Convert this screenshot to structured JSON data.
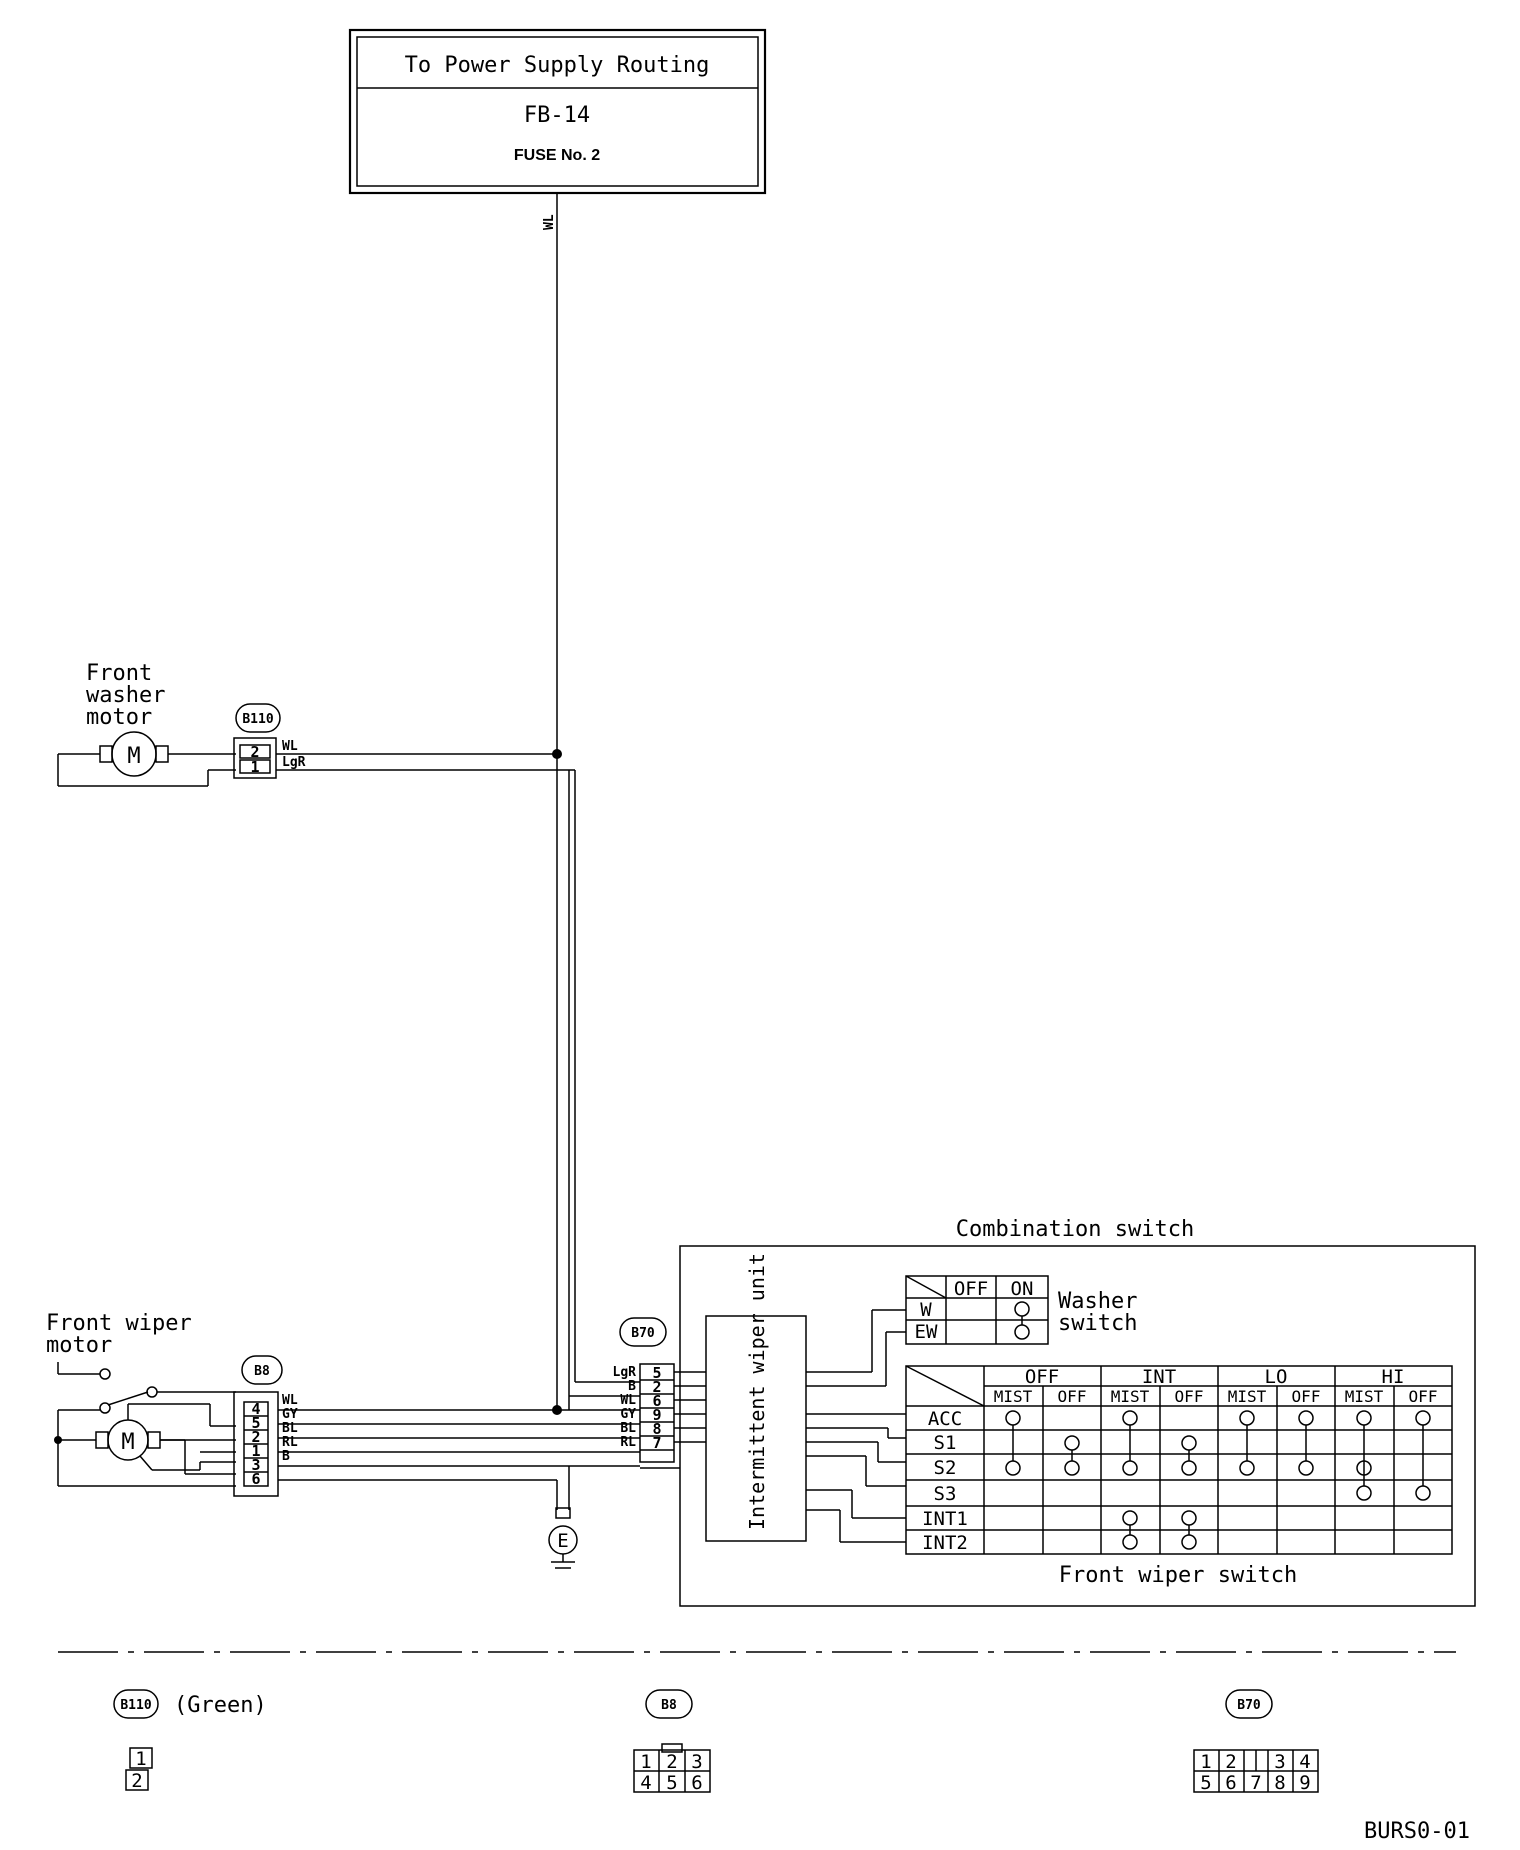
{
  "power_box": {
    "title": "To Power Supply Routing",
    "ref": "FB-14",
    "fuse": "FUSE No. 2",
    "wire": "WL"
  },
  "washer_motor": {
    "label_lines": [
      "Front",
      "washer",
      "motor"
    ],
    "connector": "B110",
    "pins": [
      "2",
      "1"
    ],
    "wires": [
      "WL",
      "LgR"
    ]
  },
  "wiper_motor": {
    "label_lines": [
      "Front wiper",
      "motor"
    ],
    "connector": "B8",
    "pins": [
      "4",
      "5",
      "2",
      "1",
      "3",
      "6"
    ],
    "wires": [
      "WL",
      "GY",
      "BL",
      "RL",
      "B"
    ]
  },
  "ground": {
    "label": "E"
  },
  "combination_switch": {
    "title": "Combination switch",
    "connector": "B70",
    "pins": [
      "5",
      "2",
      "6",
      "9",
      "8",
      "7"
    ],
    "wires": [
      "LgR",
      "B",
      "WL",
      "GY",
      "BL",
      "RL"
    ],
    "intermittent_unit": "Intermittent wiper unit",
    "washer_switch": {
      "label_lines": [
        "Washer",
        "switch"
      ],
      "columns": [
        "OFF",
        "ON"
      ],
      "rows": [
        "W",
        "EW"
      ]
    },
    "wiper_switch": {
      "label": "Front wiper switch",
      "groups": [
        "OFF",
        "INT",
        "LO",
        "HI"
      ],
      "subcolumns": [
        "MIST",
        "OFF",
        "MIST",
        "OFF",
        "MIST",
        "OFF",
        "MIST",
        "OFF"
      ],
      "rows": [
        "ACC",
        "S1",
        "S2",
        "S3",
        "INT1",
        "INT2"
      ]
    }
  },
  "connector_views": [
    {
      "id": "B110",
      "note": "(Green)",
      "pins": [
        "1",
        "2"
      ]
    },
    {
      "id": "B8",
      "note": "",
      "pins": [
        "1",
        "2",
        "3",
        "4",
        "5",
        "6"
      ]
    },
    {
      "id": "B70",
      "note": "",
      "pins": [
        "1",
        "2",
        "",
        "3",
        "4",
        "5",
        "6",
        "7",
        "8",
        "9"
      ]
    }
  ],
  "figure_code": "BURS0-01"
}
